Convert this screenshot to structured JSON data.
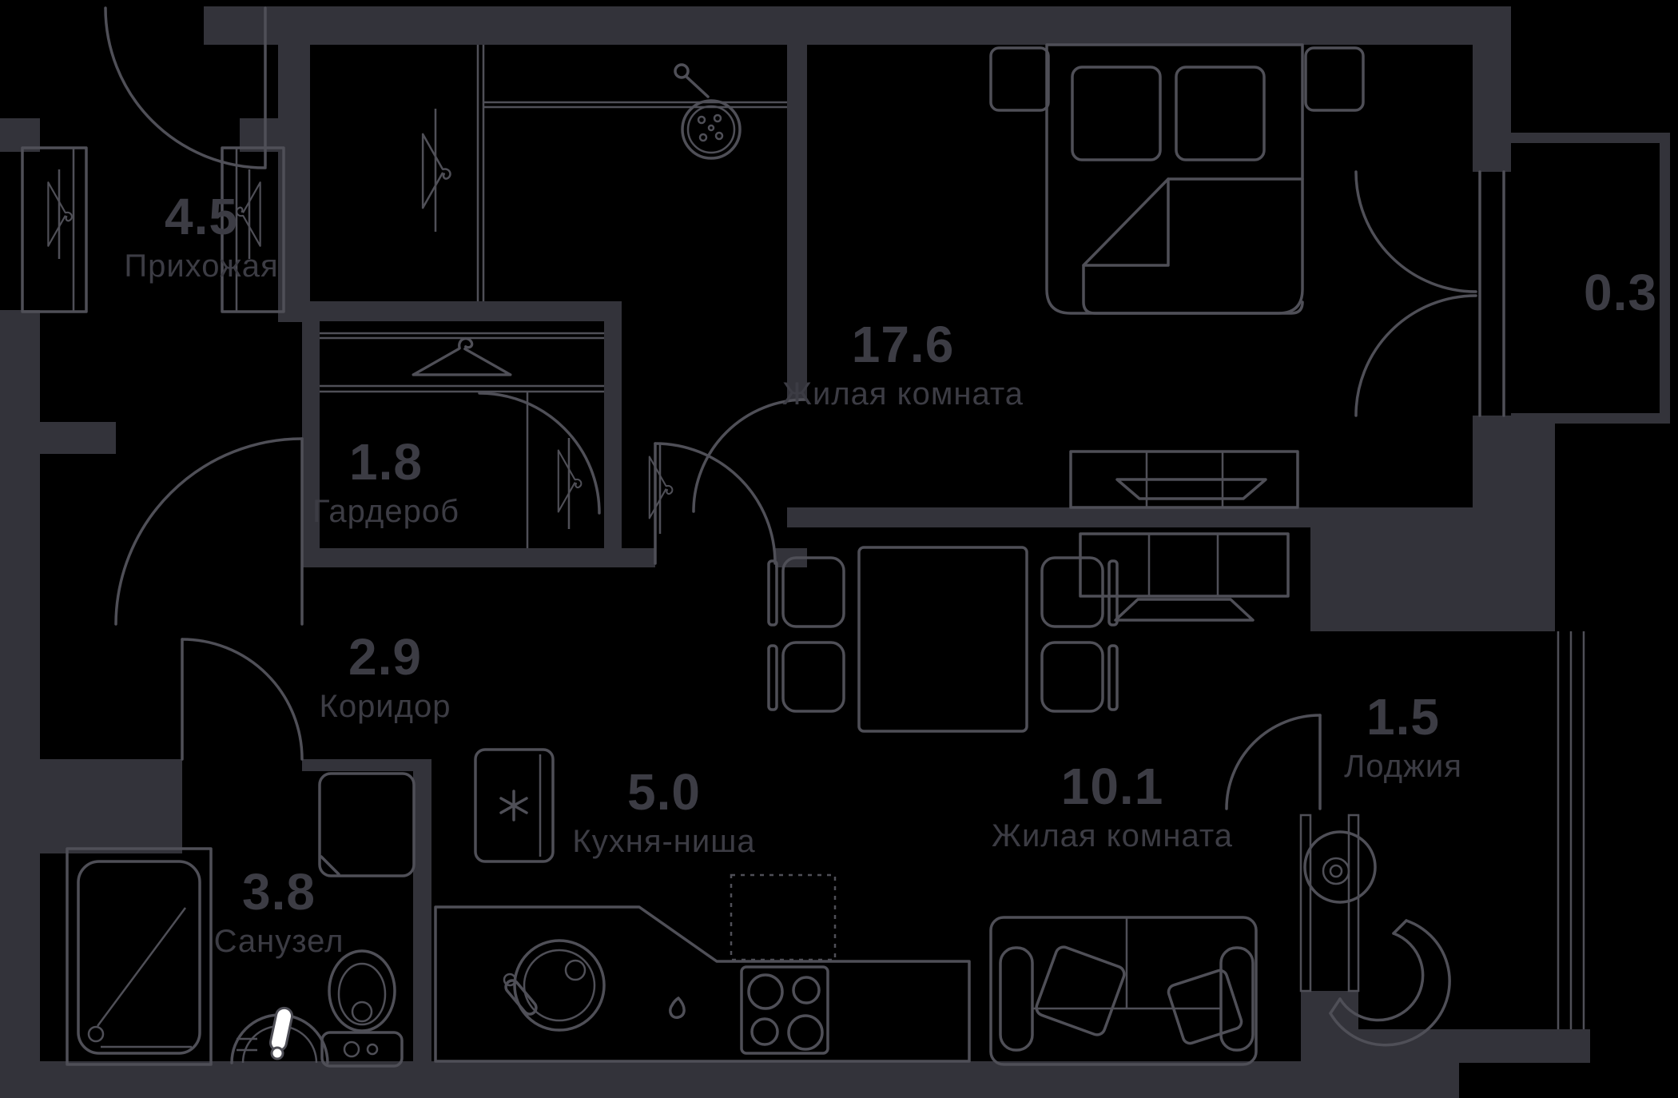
{
  "colors": {
    "background": "#000000",
    "wall": "#33333a",
    "furniture_line": "#4f4f57",
    "label_text": "#3c3c44",
    "faucet_accent": "#ffffff"
  },
  "rooms": [
    {
      "area": "4.5",
      "name": "Прихожая"
    },
    {
      "area": "1.8",
      "name": "Гардероб"
    },
    {
      "area": "17.6",
      "name": "Жилая комната"
    },
    {
      "area": "0.3",
      "name": ""
    },
    {
      "area": "2.9",
      "name": "Коридор"
    },
    {
      "area": "5.0",
      "name": "Кухня-ниша"
    },
    {
      "area": "10.1",
      "name": "Жилая комната"
    },
    {
      "area": "1.5",
      "name": "Лоджия"
    },
    {
      "area": "3.8",
      "name": "Санузел"
    }
  ],
  "fixtures": [
    "entrance-door",
    "wardrobe-hanger",
    "coat-rod",
    "wall-hook",
    "mirror",
    "double-bed",
    "pillows",
    "blanket",
    "nightstand",
    "tv-console",
    "tv",
    "dining-table",
    "chair",
    "sofa",
    "fridge-snowflake",
    "kitchen-counter",
    "kitchen-sink",
    "stove",
    "appliance-slot",
    "washing-machine",
    "bathtub",
    "toilet",
    "pedestal-sink",
    "white-faucet",
    "loggia-table",
    "loggia-armchair",
    "balcony-railing",
    "french-doors",
    "window-frame"
  ]
}
